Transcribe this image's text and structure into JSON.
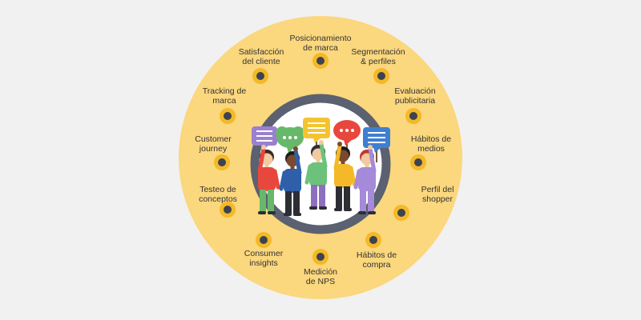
{
  "colors": {
    "background": "#f1f1f1",
    "disc": "#fbd77d",
    "ring": "#5b6170",
    "inner": "#ffffff",
    "node_outer": "#f4b928",
    "node_inner": "#3d4350",
    "text": "#333333"
  },
  "items": [
    {
      "line1": "Posicionamiento",
      "line2": "de marca"
    },
    {
      "line1": "Segmentación",
      "line2": "& perfiles"
    },
    {
      "line1": "Evaluación",
      "line2": "publicitaria"
    },
    {
      "line1": "Hábitos de",
      "line2": "medios"
    },
    {
      "line1": "Perfil del",
      "line2": "shopper"
    },
    {
      "line1": "Hábitos de",
      "line2": "compra"
    },
    {
      "line1": "Medición",
      "line2": "de NPS"
    },
    {
      "line1": "Consumer",
      "line2": "insights"
    },
    {
      "line1": "Testeo de",
      "line2": "conceptos"
    },
    {
      "line1": "Customer",
      "line2": "journey"
    },
    {
      "line1": "Tracking de",
      "line2": "marca"
    },
    {
      "line1": "Satisfacción",
      "line2": "del cliente"
    }
  ],
  "illustration": {
    "name": "people-with-speech-bubbles-illustration",
    "bubble_colors": [
      "#9b7fd0",
      "#67b86a",
      "#f4c430",
      "#e8473d",
      "#3f7fd0"
    ],
    "people": [
      {
        "shirt": "#e8473d",
        "pants": "#67b86a",
        "skin": "#f2c9a0",
        "hair": "#3b2a20"
      },
      {
        "shirt": "#2f5fa8",
        "pants": "#2d2d35",
        "skin": "#7a4a30",
        "hair": "#1f1a18"
      },
      {
        "shirt": "#6cc27a",
        "pants": "#8e6fbf",
        "skin": "#f2c9a0",
        "hair": "#2d2d35"
      },
      {
        "shirt": "#f4b928",
        "pants": "#2d2d35",
        "skin": "#7a4a30",
        "hair": "#1f1a18"
      },
      {
        "shirt": "#a48ad8",
        "pants": "#a48ad8",
        "skin": "#f2c9a0",
        "hair": "#c0392b"
      }
    ]
  }
}
